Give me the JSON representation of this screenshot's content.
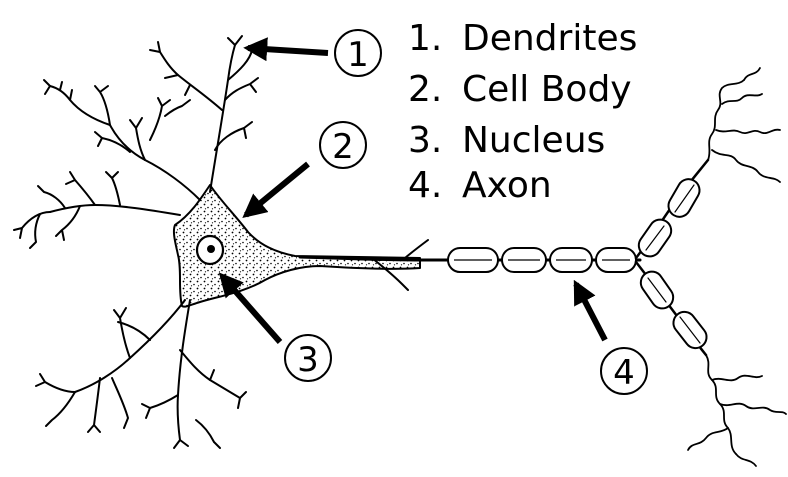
{
  "legend": {
    "items": [
      {
        "number": "1.",
        "label": "Dendrites"
      },
      {
        "number": "2.",
        "label": "Cell Body"
      },
      {
        "number": "3.",
        "label": "Nucleus"
      },
      {
        "number": "4.",
        "label": "Axon"
      }
    ]
  },
  "callouts": [
    {
      "marker": "1",
      "target": "dendrites"
    },
    {
      "marker": "2",
      "target": "cell-body"
    },
    {
      "marker": "3",
      "target": "nucleus"
    },
    {
      "marker": "4",
      "target": "axon"
    }
  ],
  "colors": {
    "ink": "#000000",
    "background": "#ffffff"
  }
}
